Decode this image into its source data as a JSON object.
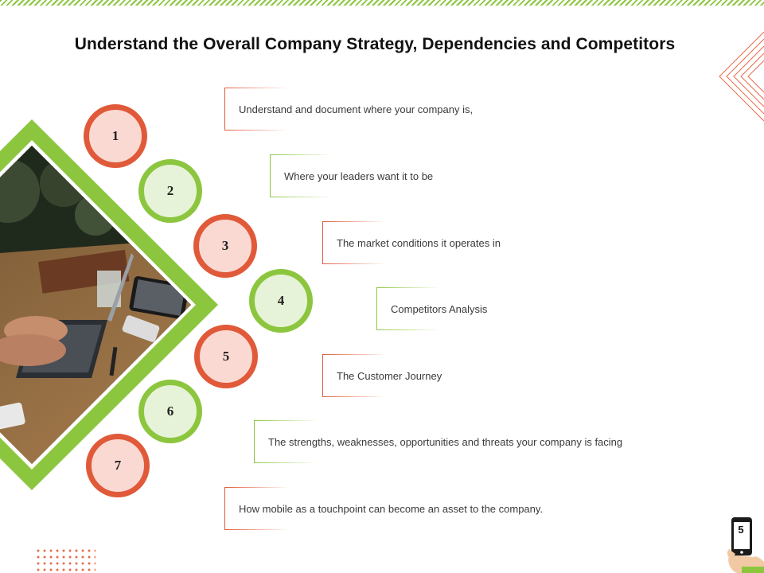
{
  "slide": {
    "title": "Understand the Overall Company Strategy, Dependencies and Competitors",
    "page_number": "5"
  },
  "steps": [
    {
      "number": "1",
      "text": "Understand and document where your company is,",
      "color": "red"
    },
    {
      "number": "2",
      "text": "Where your leaders want it to be",
      "color": "green"
    },
    {
      "number": "3",
      "text": "The market conditions it operates in",
      "color": "red"
    },
    {
      "number": "4",
      "text": "Competitors Analysis",
      "color": "green"
    },
    {
      "number": "5",
      "text": "The Customer Journey",
      "color": "red"
    },
    {
      "number": "6",
      "text": "The strengths, weaknesses, opportunities and threats your company is facing",
      "color": "green"
    },
    {
      "number": "7",
      "text": "How mobile as a touchpoint can become an asset to the company.",
      "color": "red"
    }
  ],
  "colors": {
    "accent_red": "#e05a3a",
    "accent_green": "#8cc63f",
    "red_fill": "#fbd9d3",
    "green_fill": "#e7f3d9"
  },
  "icons": {
    "photo": "laptop-desk-photo",
    "phone": "hand-holding-phone-icon"
  }
}
